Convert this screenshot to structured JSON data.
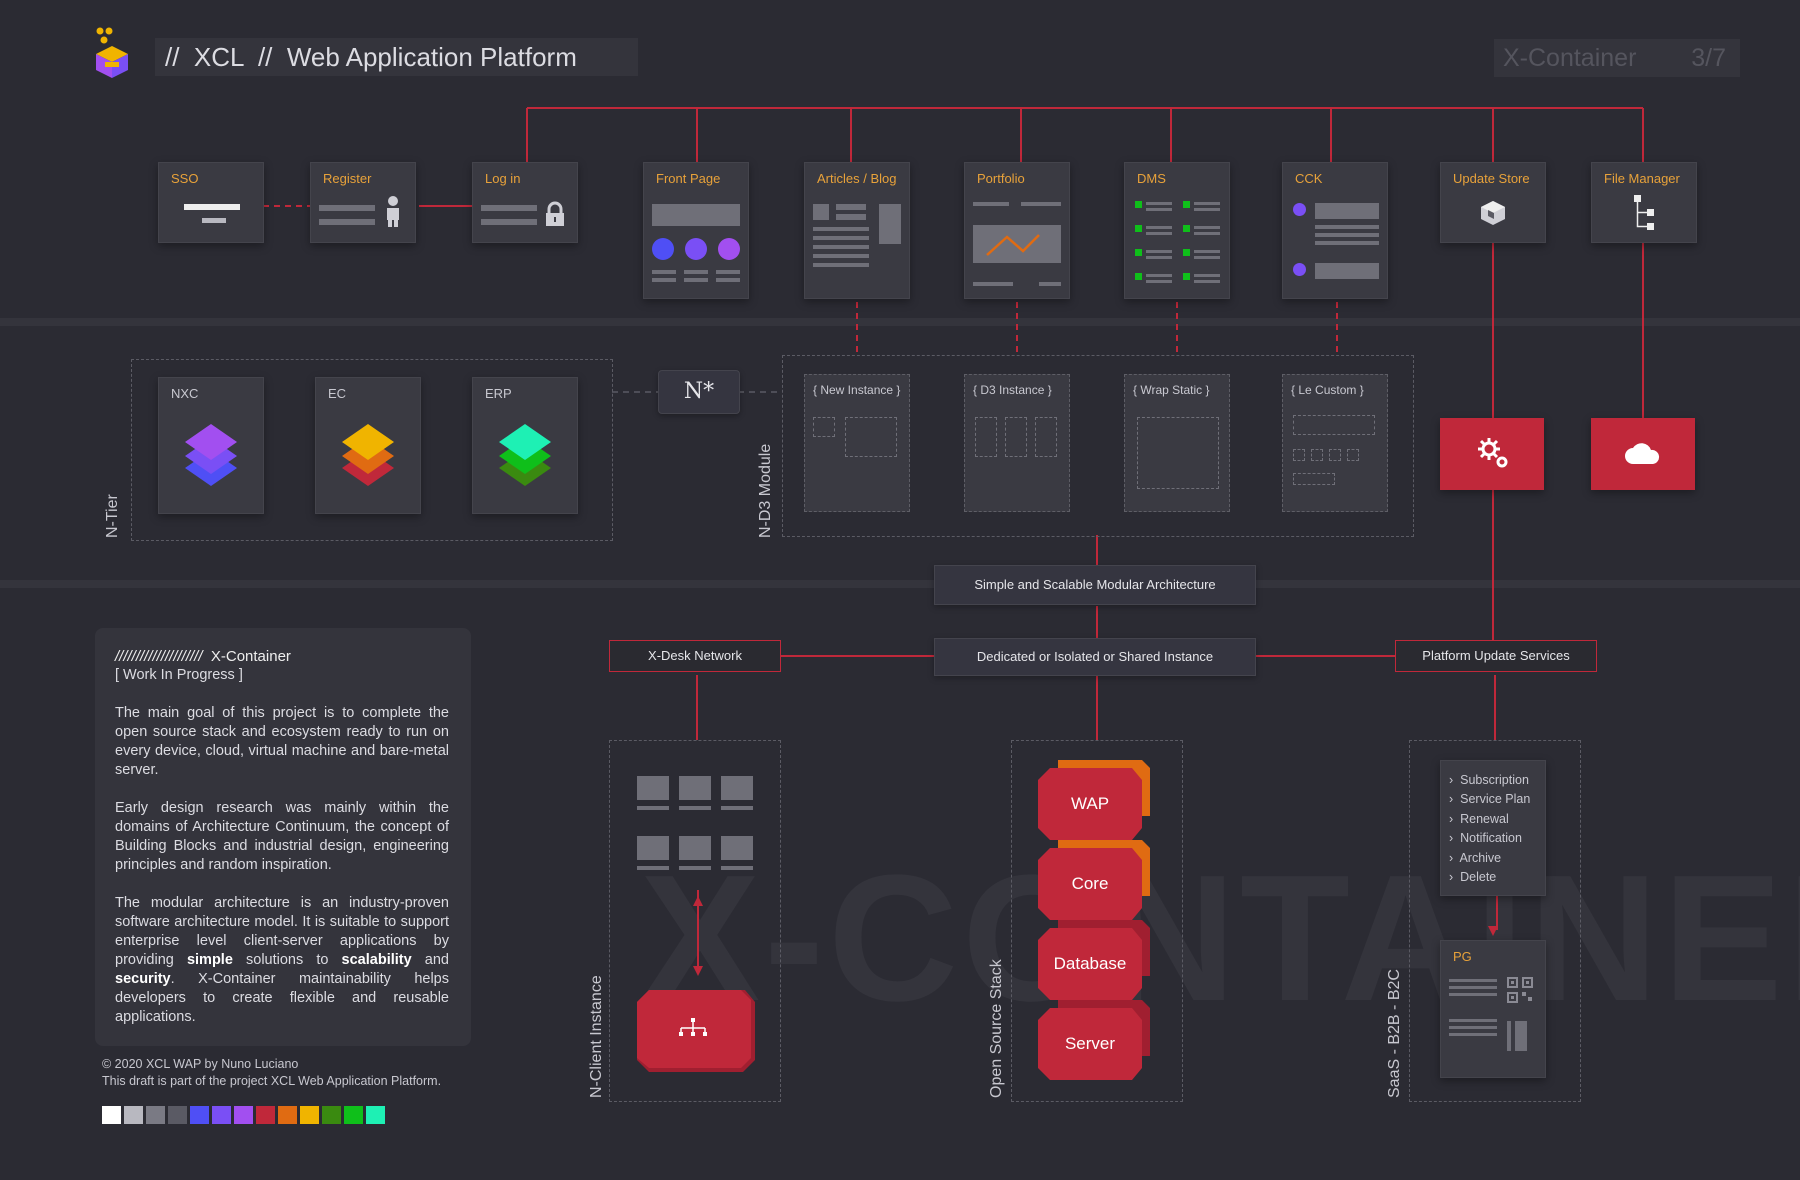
{
  "header": {
    "title": "//  XCL  //  Web Application Platform",
    "badge_name": "X-Container",
    "badge_page": "3/7"
  },
  "cards": {
    "sso": "SSO",
    "register": "Register",
    "login": "Log in",
    "front_page": "Front Page",
    "articles": "Articles / Blog",
    "portfolio": "Portfolio",
    "dms": "DMS",
    "cck": "CCK",
    "update_store": "Update Store",
    "file_manager": "File Manager"
  },
  "tiers": {
    "nxc": "NXC",
    "ec": "EC",
    "erp": "ERP",
    "n_star": "N*",
    "n_tier_label": "N-Tier",
    "nd3_label": "N-D3 Module"
  },
  "instances": {
    "new": "{ New Instance }",
    "d3": "{ D3 Instance }",
    "wrap": "{ Wrap Static }",
    "custom": "{ Le Custom }"
  },
  "connectors": {
    "simple": "Simple and Scalable Modular Architecture",
    "dedicated": "Dedicated or Isolated or Shared Instance",
    "xdesk": "X-Desk Network",
    "platform": "Platform Update Services"
  },
  "bottom_labels": {
    "client": "N-Client Instance",
    "oss": "Open Source Stack",
    "saas": "SaaS - B2B - B2C"
  },
  "stack": [
    "WAP",
    "Core",
    "Database",
    "Server"
  ],
  "saas_menu": [
    "Subscription",
    "Service Plan",
    "Renewal",
    "Notification",
    "Archive",
    "Delete"
  ],
  "pg_label": "PG",
  "watermark": "X-CONTAINER",
  "info": {
    "heading_slashes": "/////////////////////",
    "heading": "X-Container",
    "status": "[ Work In Progress ]",
    "p1": "The main goal of this project is to complete the open source stack and ecosystem ready to run on every device, cloud, virtual machine and bare-metal server.",
    "p2": "Early design research was mainly within the domains of Architecture Continuum, the concept of Building Blocks and industrial design, engineering principles and random inspiration.",
    "p3_a": "The modular architecture is an industry-proven software architecture model. It is suitable to support enterprise level client-server applications by providing ",
    "p3_simple": "simple",
    "p3_b": " solutions to ",
    "p3_scal": "scalability",
    "p3_c": " and ",
    "p3_sec": "security",
    "p3_d": ".  X-Container maintainability helps developers to create flexible and reusable applications."
  },
  "footer": {
    "copyright": "© 2020 XCL WAP by Nuno Luciano",
    "note": "This draft is part of the project XCL Web Application Platform."
  },
  "palette": [
    "#ffffff",
    "#b8b8c0",
    "#7a7a84",
    "#5a5a64",
    "#4f4ff5",
    "#7a4ff5",
    "#a24ff0",
    "#c0283a",
    "#e06b12",
    "#f0b400",
    "#3a8a10",
    "#0fbf1a",
    "#1ef0b4"
  ]
}
